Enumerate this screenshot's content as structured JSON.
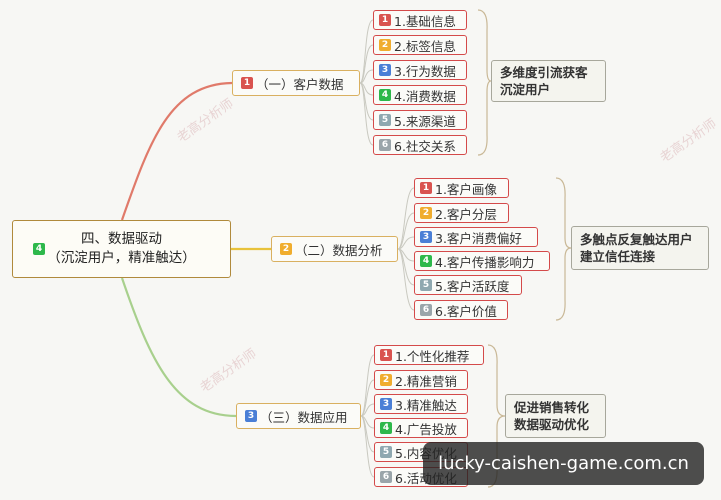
{
  "root": {
    "badge": "4",
    "badge_color": "#2db84b",
    "line1": "四、数据驱动",
    "line2": "（沉淀用户，精准触达）"
  },
  "branches": [
    {
      "badge": "1",
      "badge_color": "#d9534f",
      "label": "（一）客户数据",
      "line_color": "#e07a6a",
      "summary": [
        "多维度引流获客",
        "沉淀用户"
      ],
      "items": [
        {
          "badge": "1",
          "color": "#d9534f",
          "text": "1.基础信息"
        },
        {
          "badge": "2",
          "color": "#f0ad2e",
          "text": "2.标签信息"
        },
        {
          "badge": "3",
          "color": "#4a7fd6",
          "text": "3.行为数据"
        },
        {
          "badge": "4",
          "color": "#2db84b",
          "text": "4.消费数据"
        },
        {
          "badge": "5",
          "color": "#8fa8b0",
          "text": "5.来源渠道"
        },
        {
          "badge": "6",
          "color": "#9aa5aa",
          "text": "6.社交关系"
        }
      ]
    },
    {
      "badge": "2",
      "badge_color": "#f0ad2e",
      "label": "（二）数据分析",
      "line_color": "#e8c23a",
      "summary": [
        "多触点反复触达用户",
        "建立信任连接"
      ],
      "items": [
        {
          "badge": "1",
          "color": "#d9534f",
          "text": "1.客户画像"
        },
        {
          "badge": "2",
          "color": "#f0ad2e",
          "text": "2.客户分层"
        },
        {
          "badge": "3",
          "color": "#4a7fd6",
          "text": "3.客户消费偏好"
        },
        {
          "badge": "4",
          "color": "#2db84b",
          "text": "4.客户传播影响力"
        },
        {
          "badge": "5",
          "color": "#8fa8b0",
          "text": "5.客户活跃度"
        },
        {
          "badge": "6",
          "color": "#9aa5aa",
          "text": "6.客户价值"
        }
      ]
    },
    {
      "badge": "3",
      "badge_color": "#4a7fd6",
      "label": "（三）数据应用",
      "line_color": "#a8d08d",
      "summary": [
        "促进销售转化",
        "数据驱动优化"
      ],
      "items": [
        {
          "badge": "1",
          "color": "#d9534f",
          "text": "1.个性化推荐"
        },
        {
          "badge": "2",
          "color": "#f0ad2e",
          "text": "2.精准营销"
        },
        {
          "badge": "3",
          "color": "#4a7fd6",
          "text": "3.精准触达"
        },
        {
          "badge": "4",
          "color": "#2db84b",
          "text": "4.广告投放"
        },
        {
          "badge": "5",
          "color": "#8fa8b0",
          "text": "5.内容优化"
        },
        {
          "badge": "6",
          "color": "#9aa5aa",
          "text": "6.活动优化"
        }
      ]
    }
  ],
  "watermark": "lucky-caishen-game.com.cn",
  "faint_marks": [
    "老高分析师",
    "老高分析师",
    "老高分析师"
  ]
}
